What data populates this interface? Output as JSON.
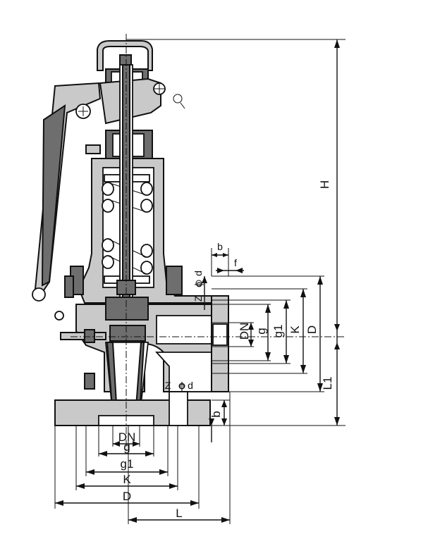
{
  "labels": {
    "H": "H",
    "L1": "L1",
    "L": "L",
    "D_bottom": "D",
    "K_bottom": "K",
    "g1_bottom": "g1",
    "g_bottom": "g",
    "DN_bottom": "DN",
    "D_side": "D",
    "K_side": "K",
    "g1_side": "g1",
    "g_side": "g",
    "DN_side": "DN",
    "b_top": "b",
    "f_top": "f",
    "b_side": "b",
    "z_top": "Z",
    "phi_top": "ϕ",
    "d_top": "d",
    "z_bottom": "Z",
    "phi_bottom": "ϕ",
    "d_bottom": "d"
  },
  "colors": {
    "ink": "#111111",
    "body": "#c9c9c9",
    "dark": "#6e6e6e",
    "paper": "#ffffff"
  }
}
